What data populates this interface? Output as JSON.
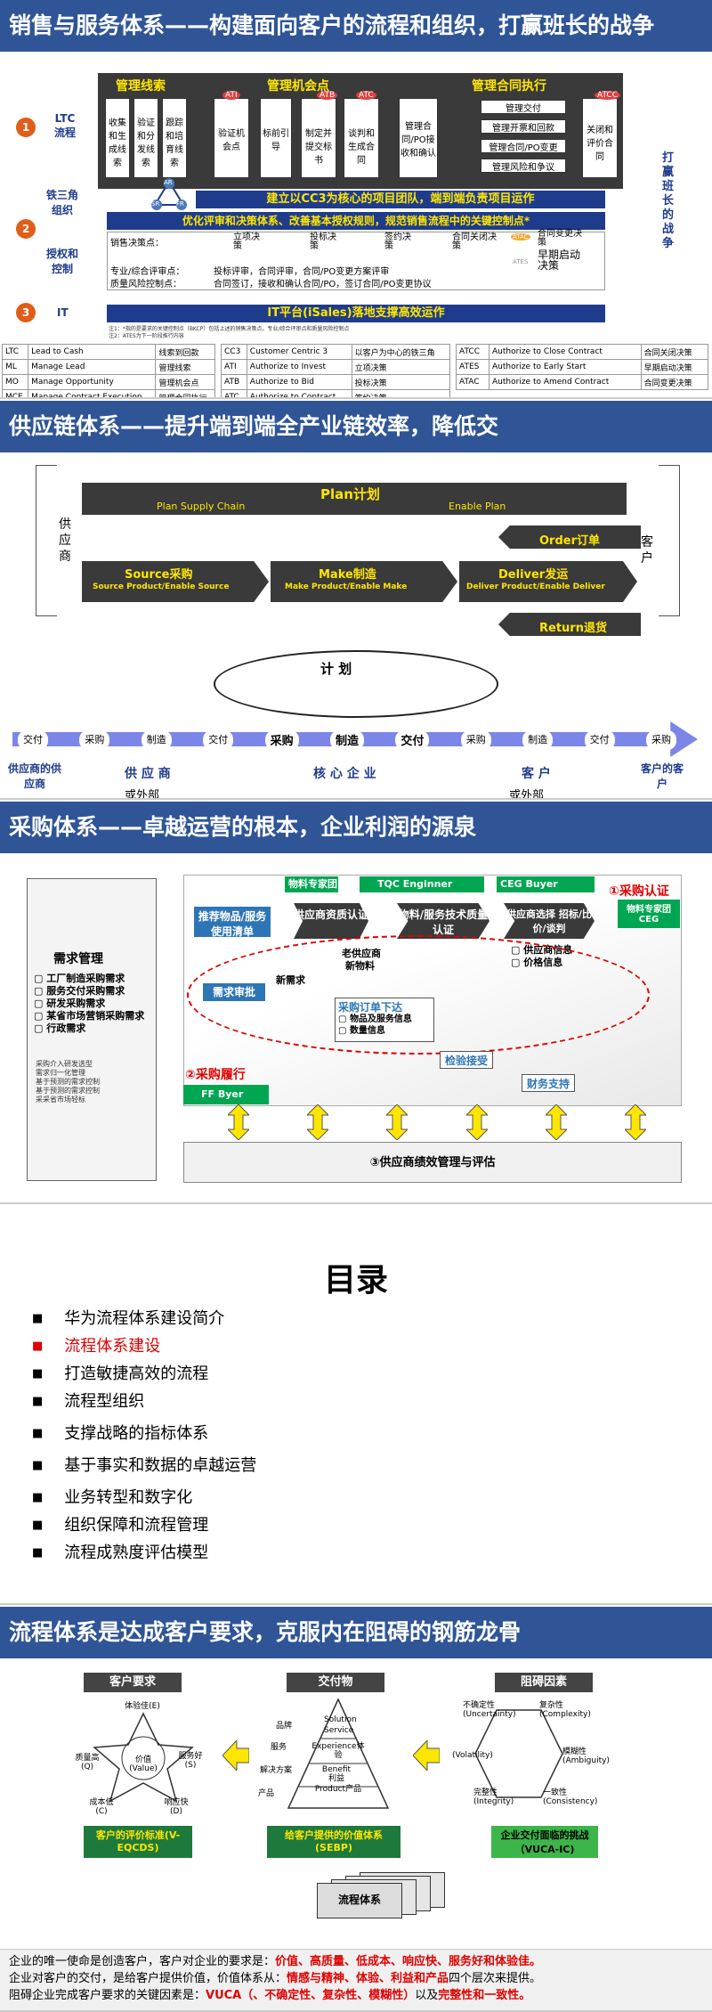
{
  "s1": {
    "title": "销售与服务体系——构建面向客户的流程和组织，打赢班长的战争",
    "phases": [
      "管理线索",
      "管理机会点",
      "管理合同执行"
    ],
    "boxes": [
      "收集和生成线索",
      "验证和分发线索",
      "跟踪和培育线索",
      "验证机会点",
      "标前引导",
      "制定并提交标书",
      "谈判和生成合同",
      "管理合同/PO接收和确认",
      "关闭和评价合同"
    ],
    "exec": [
      "管理交付",
      "管理开票和回款",
      "管理合同/PO变更",
      "管理风险和争议"
    ],
    "nums": [
      "1",
      "2",
      "3"
    ],
    "left": [
      "LTC流程",
      "铁三角组织",
      "授权和控制",
      "IT"
    ],
    "ir_ar": "AR",
    "ir_sr": "SR",
    "ir_fr": "FR",
    "tags": [
      "ATI",
      "ATB",
      "ATC",
      "ATCC",
      "ATAC",
      "ATES"
    ],
    "bar1": "建立以CC3为核心的项目团队，端到端负责项目运作",
    "bar2": "优化评审和决策体系、改善基本授权规则，规范销售流程中的关键控制点*",
    "dec_label": "销售决策点：",
    "decs": [
      "立项决策",
      "投标决策",
      "签约决策",
      "合同关闭决策",
      "合同变更决策",
      "早期启动决策"
    ],
    "ctrl1": "专业/综合评审点：",
    "ctrl1t": "投标评审，合同评审，合同/PO变更方案评审",
    "ctrl2": "质量风险控制点：",
    "ctrl2t": "合同签订，接收和确认合同/PO，签订合同/PO变更协议",
    "bar3": "IT平台(iSales)落地支撑高效运作",
    "note1": "注1：*指的是要求的关键控制点（BKCP）包括上述的销售决策点，专业/综合评审点和质量风险控制点",
    "note2": "注2：ATES为下一阶段推行内容",
    "side": "打赢班长的战争",
    "legend": [
      [
        "LTC",
        "Lead to Cash",
        "线索到回款"
      ],
      [
        "ML",
        "Manage Lead",
        "管理线索"
      ],
      [
        "MO",
        "Manage Opportunity",
        "管理机会点"
      ],
      [
        "MCE",
        "Manage Contract Execution",
        "管理合同执行"
      ]
    ],
    "legend2": [
      [
        "CC3",
        "Customer Centric 3",
        "以客户为中心的铁三角"
      ],
      [
        "ATI",
        "Authorize to Invest",
        "立项决策"
      ],
      [
        "ATB",
        "Authorize to Bid",
        "投标决策"
      ],
      [
        "ATC",
        "Authorize to Contract",
        "签约决策"
      ]
    ],
    "legend3": [
      [
        "ATCC",
        "Authorize to Close Contract",
        "合同关闭决策"
      ],
      [
        "ATES",
        "Authorize to Early Start",
        "早期启动决策"
      ],
      [
        "ATAC",
        "Authorize to Amend Contract",
        "合同变更决策"
      ]
    ]
  },
  "s2": {
    "title": "供应链体系——提升端到端全产业链效率，降低交",
    "supplier": "供应商",
    "customer": "客户",
    "plan": "Plan计划",
    "plan_l": "Plan Supply Chain",
    "plan_r": "Enable Plan",
    "order": "Order订单",
    "source": "Source采购",
    "source_s": "Source Product/Enable Source",
    "make": "Make制造",
    "make_s": "Make Product/Enable Make",
    "deliver": "Deliver发运",
    "deliver_s": "Deliver Product/Enable Deliver",
    "return": "Return退货",
    "jihua": "计 划",
    "flow": [
      "交付",
      "采购",
      "制造",
      "交付",
      "采购",
      "制造",
      "交付",
      "采购",
      "制造",
      "交付",
      "采购"
    ],
    "bottom": [
      "供应商的供应商",
      "供 应 商",
      "核 心 企 业",
      "客 户",
      "客户的客户"
    ],
    "or1": "或外部",
    "or2": "或外部"
  },
  "s3": {
    "title": "采购体系——卓越运营的根本，企业利润的源泉",
    "req": "需求管理",
    "req_items": [
      "工厂制造采购需求",
      "服务交付采购需求",
      "研发采购需求",
      "某省市场营销采购需求",
      "行政需求"
    ],
    "req_small": [
      "采购介入研发选型",
      "需求归一化管理",
      "基于预测的需求控制",
      "基于预测的需求控制",
      "采采省市场轻标"
    ],
    "ceg": "物料专家团CEG",
    "tqc": "TQC Enginner",
    "buyer": "CEG Buyer",
    "b1": "推荐物品/服务使用清单",
    "b2": "供应商资质认证",
    "b3": "物料/服务技术质量认证",
    "b4": "供应商选择 招标/比价/谈判",
    "b4_items": [
      "供应商信息",
      "价格信息"
    ],
    "lao": "老供应商",
    "xin": "新物料",
    "xinxq": "新需求",
    "sp": "需求审批",
    "order": "采购订单下达",
    "order_items": [
      "物品及服务信息",
      "数量信息"
    ],
    "check": "检验接受",
    "pay": "财务支持",
    "c1": "①采购认证",
    "c2": "②采购履行",
    "c3": "③供应商绩效管理与评估",
    "ff": "FF Byer",
    "ceg2": "物料专家团CEG"
  },
  "s4": {
    "title": "目录",
    "items": [
      "华为流程体系建设简介",
      "流程体系建设",
      "打造敏捷高效的流程",
      "流程型组织",
      "支撑战略的指标体系",
      "基于事实和数据的卓越运营",
      "业务转型和数字化",
      "组织保障和流程管理",
      "流程成熟度评估模型"
    ],
    "highlight": 1
  },
  "s5": {
    "title": "流程体系是达成客户要求，克服内在阻碍的钢筋龙骨",
    "h1": "客户要求",
    "h2": "交付物",
    "h3": "阻碍因素",
    "star": [
      "体验佳(E)",
      "服务好(S)",
      "响应快(D)",
      "成本低(C)",
      "质量高(Q)",
      "价值(Value)"
    ],
    "tri": [
      "品牌",
      "服务",
      "解决方案",
      "产品",
      "Solution",
      "Service",
      "Experience体验",
      "Benefit利益",
      "Product产品"
    ],
    "hex": [
      "不确定性(Uncertainty)",
      "复杂性(Complexity)",
      "模糊性(Ambiguity)",
      "一致性(Consistency)",
      "完整性(Integrity)",
      "(Volatility)"
    ],
    "f1": "客户的评价标准(V-EQCDS)",
    "f2": "给客户提供的价值体系(SEBP)",
    "f3": "企业交付面临的挑战（VUCA-IC)",
    "flow": "流程体系",
    "p1a": "企业的唯一使命是创造客户，客户对企业的要求是：",
    "p1b": "价值、高质量、低成本、响应快、服务好和体验佳。",
    "p2a": "企业对客户的交付，是给客户提供价值，价值体系从：",
    "p2b": "情感与精神、体验、利益和产品",
    "p2c": "四个层次来提供。",
    "p3a": "阻碍企业完成客户要求的关键因素是：",
    "p3b": "VUCA（、不确定性、复杂性、模糊性）",
    "p3c": "以及",
    "p3d": "完整性和一致性。"
  }
}
